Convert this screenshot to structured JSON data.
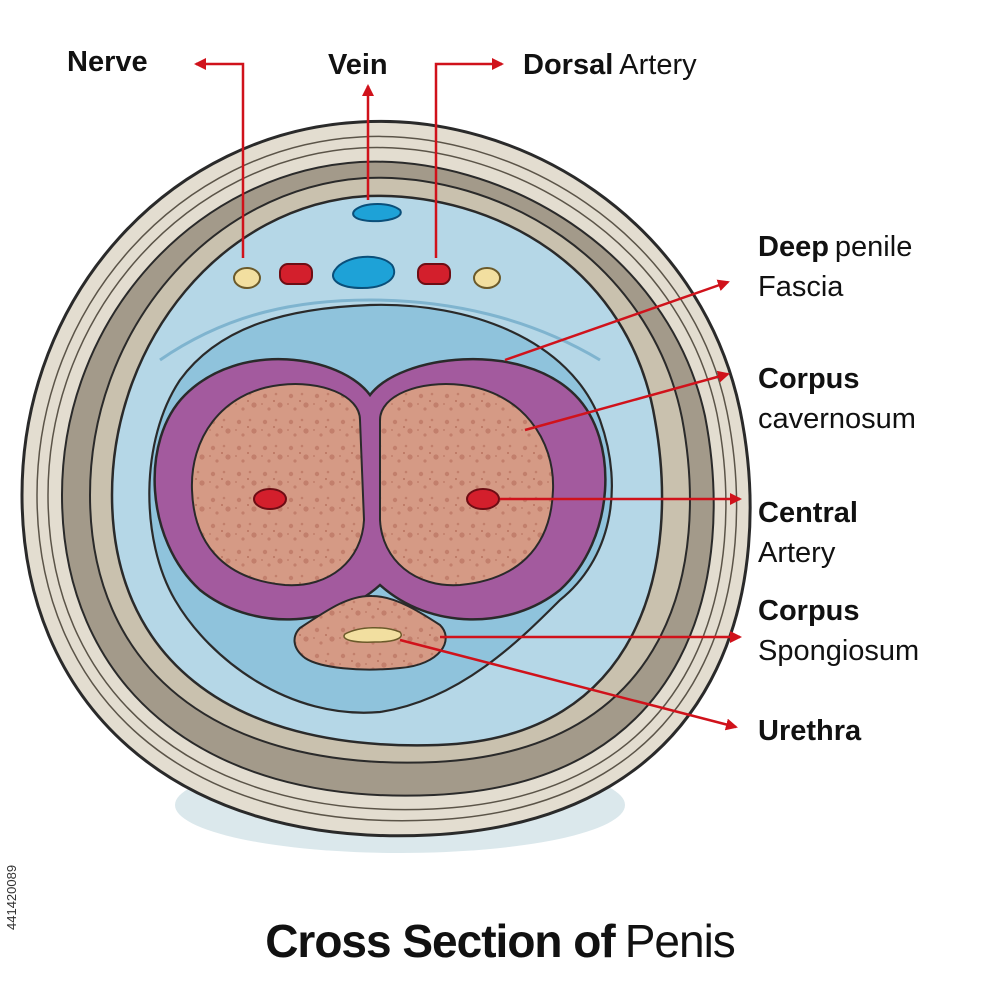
{
  "title": {
    "bold": "Cross Section of",
    "normal": "Penis"
  },
  "labels": {
    "nerve": {
      "bold": "Nerve"
    },
    "vein": {
      "bold": "Vein"
    },
    "dorsal_artery": {
      "bold": "Dorsal",
      "normal": "Artery"
    },
    "deep_fascia": {
      "bold": "Deep",
      "normal": "penile",
      "line2": "Fascia"
    },
    "corpus_cavernosum": {
      "bold": "Corpus",
      "line2": "cavernosum"
    },
    "central_artery": {
      "bold": "Central",
      "line2": "Artery"
    },
    "corpus_spongiosum": {
      "bold": "Corpus",
      "line2": "Spongiosum"
    },
    "urethra": {
      "bold": "Urethra"
    }
  },
  "watermark_id": "441420089",
  "colors": {
    "skin_outer": "#e3ddd0",
    "skin_mid": "#a39a8a",
    "fascia_blue": "#b5d7e7",
    "tunica_purple": "#a35a9e",
    "erectile_tissue": "#d59a85",
    "vessel_red": "#d31f2c",
    "vein_blue": "#1ea2d7",
    "nerve_yellow": "#f2dfa0",
    "leader_red": "#d0121b"
  }
}
